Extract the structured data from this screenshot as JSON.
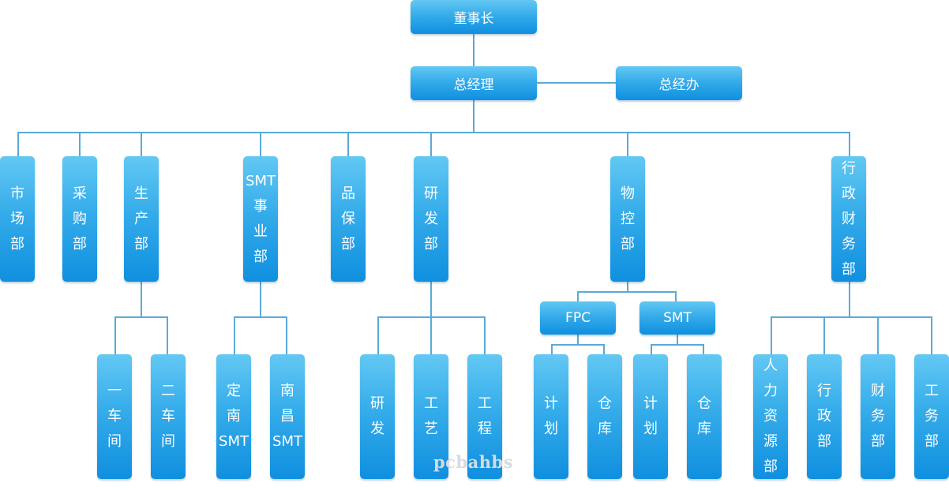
{
  "chart": {
    "nodes": {
      "chairman": "董事长",
      "gm": "总经理",
      "gm_office": "总经办",
      "market": "市\n场\n部",
      "purchase": "采\n购\n部",
      "production": "生\n产\n部",
      "smt_division": "SMT\n事\n业\n部",
      "qa": "品\n保\n部",
      "rnd": "研\n发\n部",
      "logistics": "物\n控\n部",
      "admin_finance": "行\n政\n财\n务\n部",
      "workshop1": "一\n车\n间",
      "workshop2": "二\n车\n间",
      "dingnan_smt": "定\n南\nSMT",
      "nanchang_smt": "南\n昌\nSMT",
      "research": "研\n发",
      "process": "工\n艺",
      "engineering": "工\n程",
      "fpc": "FPC",
      "smt": "SMT",
      "fpc_plan": "计\n划",
      "fpc_warehouse": "仓\n库",
      "smt_plan": "计\n划",
      "smt_warehouse": "仓\n库",
      "hr": "人\n力\n资\n源\n部",
      "admin": "行\n政\n部",
      "finance": "财\n务\n部",
      "union": "工\n务\n部"
    },
    "watermark": "pcbahbs"
  }
}
